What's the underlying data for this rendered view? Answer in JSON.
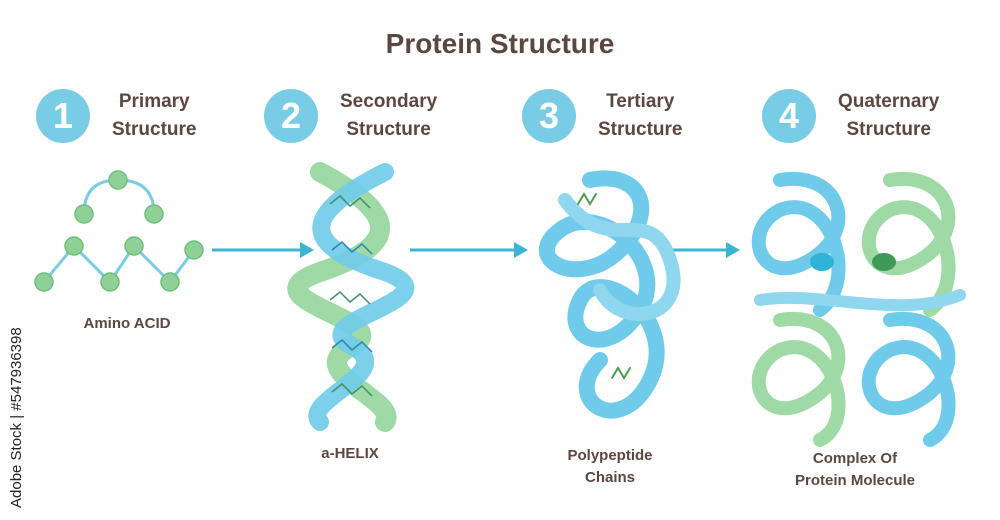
{
  "title": "Protein Structure",
  "steps": [
    {
      "number": "1",
      "line1": "Primary",
      "line2": "Structure",
      "caption": "Amino ACID"
    },
    {
      "number": "2",
      "line1": "Secondary",
      "line2": "Structure",
      "caption": "a-HELIX"
    },
    {
      "number": "3",
      "line1": "Tertiary",
      "line2": "Structure",
      "caption_line1": "Polypeptide",
      "caption_line2": "Chains"
    },
    {
      "number": "4",
      "line1": "Quaternary",
      "line2": "Structure",
      "caption_line1": "Complex Of",
      "caption_line2": "Protein Molecule"
    }
  ],
  "credit": "Adobe Stock | #547936398",
  "colors": {
    "accent_blue": "#79cce6",
    "strand_blue": "#6fcbe9",
    "strand_green": "#9ed9a6",
    "bead_green": "#8fd096",
    "arrow": "#3cb4d2",
    "text": "#5b4640"
  }
}
